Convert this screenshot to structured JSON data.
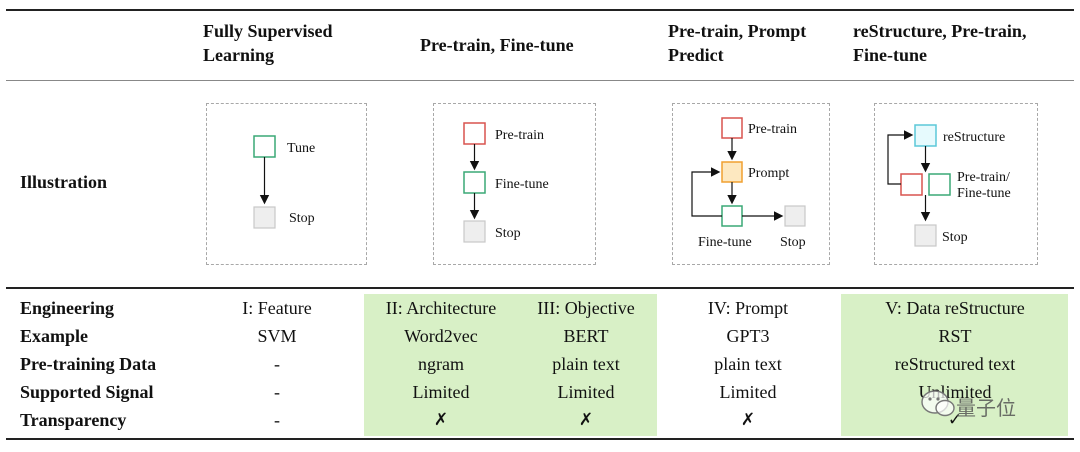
{
  "headers": [
    {
      "line1": "Fully Supervised",
      "line2": "Learning"
    },
    {
      "line1": "Pre-train, Fine-tune",
      "line2": ""
    },
    {
      "line1": "Pre-train, Prompt",
      "line2": "Predict"
    },
    {
      "line1": "reStructure, Pre-train,",
      "line2": "Fine-tune"
    }
  ],
  "illustration_label": "Illustration",
  "panels": {
    "p1": {
      "tune": "Tune",
      "stop": "Stop"
    },
    "p2": {
      "pretrain": "Pre-train",
      "finetune": "Fine-tune",
      "stop": "Stop"
    },
    "p3": {
      "pretrain": "Pre-train",
      "prompt": "Prompt",
      "finetune": "Fine-tune",
      "stop": "Stop"
    },
    "p4": {
      "restructure": "reStructure",
      "pretrain_line1": "Pre-train/",
      "pretrain_line2": "Fine-tune",
      "stop": "Stop"
    }
  },
  "colors": {
    "green_box": "#3aa876",
    "red_box": "#d9534f",
    "orange_box": "#f0a030",
    "cyan_box": "#5bc8d8",
    "gray_box": "#c8c8c8",
    "green_fill": "#d8f0c6"
  },
  "row_labels": [
    "Engineering",
    "Example",
    "Pre-training Data",
    "Supported Signal",
    "Transparency"
  ],
  "columns": {
    "c1": [
      "I: Feature",
      "SVM",
      "-",
      "-",
      "-"
    ],
    "c2a": [
      "II: Architecture",
      "Word2vec",
      "ngram",
      "Limited",
      "✗"
    ],
    "c2b": [
      "III: Objective",
      "BERT",
      "plain text",
      "Limited",
      "✗"
    ],
    "c3": [
      "IV: Prompt",
      "GPT3",
      "plain text",
      "Limited",
      "✗"
    ],
    "c4": [
      "V: Data reStructure",
      "RST",
      "reStructured text",
      "Unlimited",
      "✓"
    ]
  },
  "watermark": "量子位"
}
